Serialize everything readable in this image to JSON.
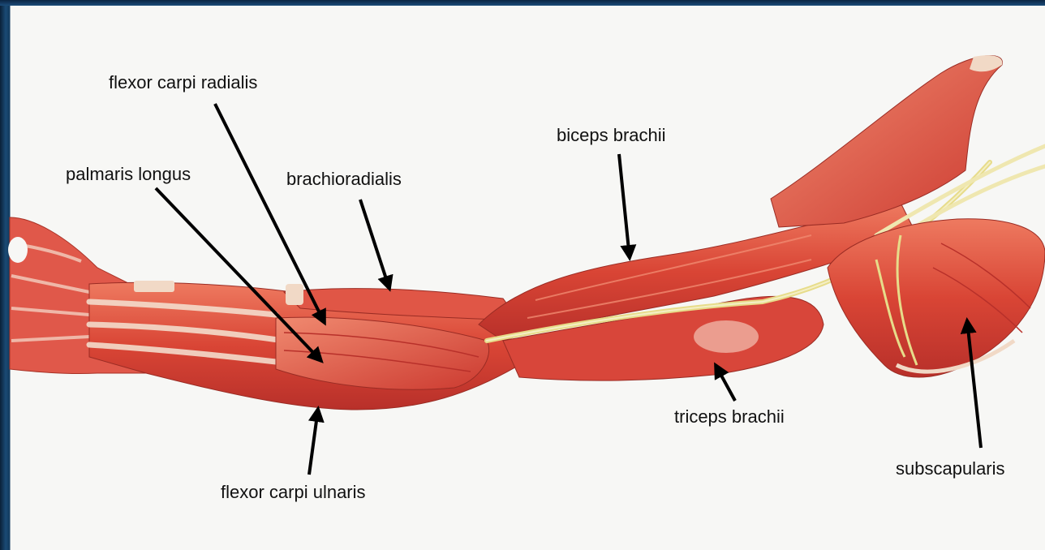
{
  "labels": {
    "flexor_carpi_radialis": "flexor carpi radialis",
    "palmaris_longus": "palmaris longus",
    "brachioradialis": "brachioradialis",
    "biceps_brachii": "biceps brachii",
    "triceps_brachii": "triceps brachii",
    "subscapularis": "subscapularis",
    "flexor_carpi_ulnaris": "flexor carpi ulnaris"
  },
  "colors": {
    "muscle": "#d9473a",
    "muscle_light": "#ec7a62",
    "tendon": "#f1d9c6",
    "nerve": "#e7dc8a",
    "arrow": "#000000",
    "background": "#f7f7f5"
  }
}
